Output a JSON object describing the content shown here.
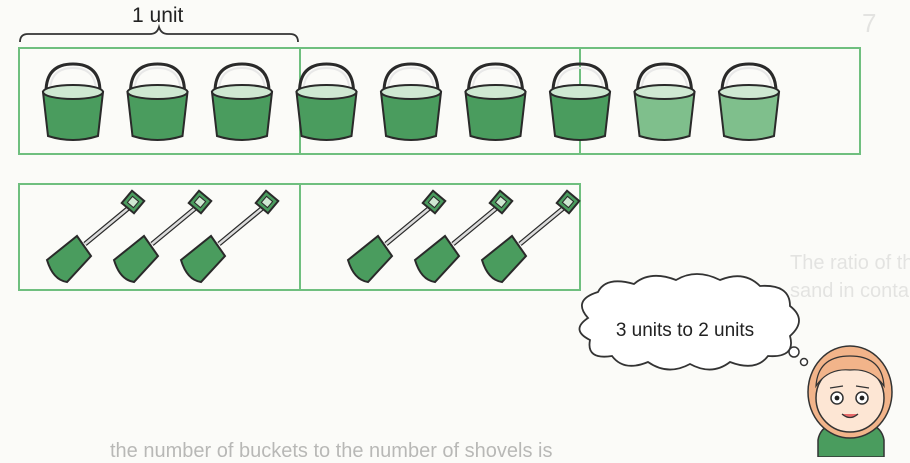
{
  "unit_label": "1 unit",
  "speech_bubble": "3 units to 2 units",
  "bucket_row": {
    "units": 3,
    "buckets_per_unit": 3,
    "fill_shades": [
      "dark",
      "dark",
      "dark",
      "dark",
      "dark",
      "dark",
      "dark",
      "light",
      "light"
    ]
  },
  "spade_row": {
    "units": 2,
    "spades_per_unit": 3
  },
  "colors": {
    "frame": "#6fbf7f",
    "bucket_dark": "#4a9c5e",
    "bucket_light": "#7fbf8c",
    "bucket_rim": "#cfe8d2",
    "spade": "#4a9c5e",
    "outline": "#2a2a2a"
  },
  "ghost_text": {
    "number": "7",
    "line1": "The ratio of the volume of sand in container A to the volume o",
    "line2": "sand in container B is",
    "bottom": "the number of buckets to the number of shovels is"
  }
}
